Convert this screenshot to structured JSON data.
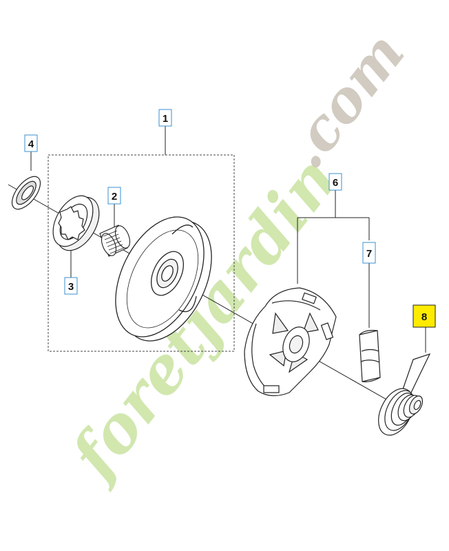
{
  "callouts": [
    {
      "id": "1",
      "label": "1",
      "highlighted": false
    },
    {
      "id": "2",
      "label": "2",
      "highlighted": false
    },
    {
      "id": "3",
      "label": "3",
      "highlighted": false
    },
    {
      "id": "4",
      "label": "4",
      "highlighted": false
    },
    {
      "id": "6",
      "label": "6",
      "highlighted": false
    },
    {
      "id": "7",
      "label": "7",
      "highlighted": false
    },
    {
      "id": "8",
      "label": "8",
      "highlighted": true
    }
  ],
  "watermark": {
    "text_main": "foretjardin",
    "text_suffix": ".com",
    "color_main": "#c9e3a0",
    "color_suffix": "#cdc6bb"
  },
  "colors": {
    "callout_border": "#3a8fd0",
    "highlight_fill": "#ffeb00",
    "line": "#222222"
  }
}
